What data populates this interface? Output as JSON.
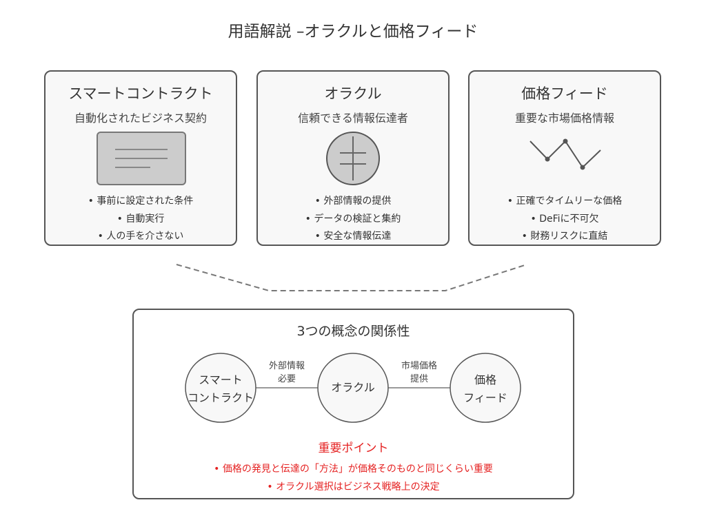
{
  "title": "用語解説 –オラクルと価格フィード",
  "cards": [
    {
      "title": "スマートコントラクト",
      "subtitle": "自動化されたビジネス契約",
      "icon": "document-icon",
      "bullets": [
        "事前に設定された条件",
        "自動実行",
        "人の手を介さない"
      ]
    },
    {
      "title": "オラクル",
      "subtitle": "信頼できる情報伝達者",
      "icon": "crosshair-circle-icon",
      "bullets": [
        "外部情報の提供",
        "データの検証と集約",
        "安全な情報伝達"
      ]
    },
    {
      "title": "価格フィード",
      "subtitle": "重要な市場価格情報",
      "icon": "line-chart-icon",
      "bullets": [
        "正確でタイムリーな価格",
        "DeFiに不可欠",
        "財務リスクに直結"
      ]
    }
  ],
  "relation": {
    "title": "3つの概念の関係性",
    "nodes": [
      {
        "line1": "スマート",
        "line2": "コントラクト"
      },
      {
        "line1": "オラクル"
      },
      {
        "line1": "価格",
        "line2": "フィード"
      }
    ],
    "edges": [
      {
        "line1": "外部情報",
        "line2": "必要"
      },
      {
        "line1": "市場価格",
        "line2": "提供"
      }
    ],
    "key_title": "重要ポイント",
    "key_points": [
      "価格の発見と伝達の「方法」が価格そのものと同じくらい重要",
      "オラクル選択はビジネス戦略上の決定"
    ]
  },
  "colors": {
    "accent": "#e52222",
    "border": "#555555",
    "fill": "#cccccc"
  }
}
